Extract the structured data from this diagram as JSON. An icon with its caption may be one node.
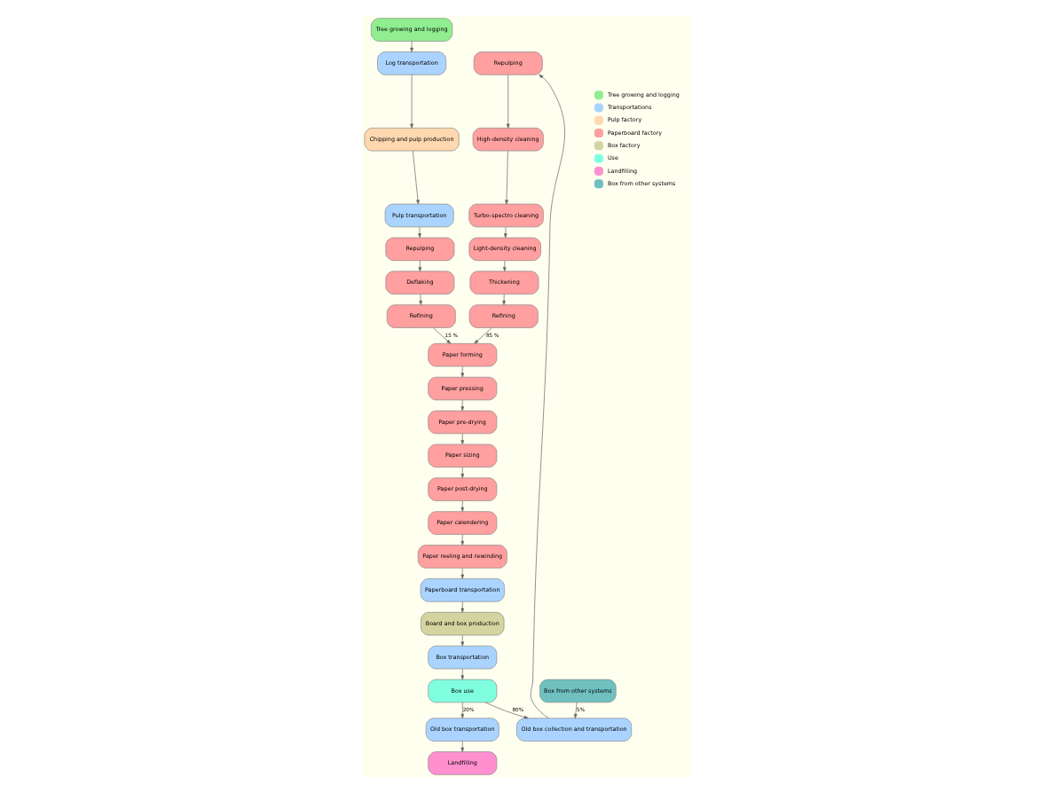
{
  "diagram": {
    "nodes": [
      {
        "text": [
          "Tree growing and logging"
        ]
      },
      {
        "text": [
          "Log transportation"
        ]
      },
      {
        "text": [
          "Chipping and pulp production"
        ]
      },
      {
        "text": [
          "Pulp transportation"
        ]
      },
      {
        "text": [
          "Repulping"
        ]
      },
      {
        "text": [
          "Deflaking"
        ]
      },
      {
        "text": [
          "Refining"
        ]
      },
      {
        "text": [
          "Repulping"
        ]
      },
      {
        "text": [
          "High-density cleaning"
        ]
      },
      {
        "text": [
          "Turbo-spectro cleaning"
        ]
      },
      {
        "text": [
          "Light-density cleaning"
        ]
      },
      {
        "text": [
          "Thickening"
        ]
      },
      {
        "text": [
          "Refining"
        ]
      },
      {
        "text": [
          "Paper forming"
        ]
      },
      {
        "text": [
          "Paper pressing"
        ]
      },
      {
        "text": [
          "Paper pre-drying"
        ]
      },
      {
        "text": [
          "Paper sizing"
        ]
      },
      {
        "text": [
          "Paper post-drying"
        ]
      },
      {
        "text": [
          "Paper calendering"
        ]
      },
      {
        "text": [
          "Paper reeling and rewinding"
        ]
      },
      {
        "text": [
          "Paperboard transportation"
        ]
      },
      {
        "text": [
          "Board and box production"
        ]
      },
      {
        "text": [
          "Box transportation"
        ]
      },
      {
        "text": [
          "Box use"
        ]
      },
      {
        "text": [
          "Old box transportation"
        ]
      },
      {
        "text": [
          "Landfilling"
        ]
      },
      {
        "text": [
          "Old box collection and transportation"
        ]
      },
      {
        "text": [
          "Box from other systems"
        ]
      }
    ],
    "edges": [
      {
        "from": 0,
        "to": 1,
        "arrow": "to"
      },
      {
        "from": 1,
        "to": 2,
        "arrow": "to"
      },
      {
        "from": 2,
        "to": 3,
        "arrow": "to"
      },
      {
        "from": 3,
        "to": 4,
        "arrow": "to"
      },
      {
        "from": 4,
        "to": 5,
        "arrow": "to"
      },
      {
        "from": 5,
        "to": 6,
        "arrow": "to"
      },
      {
        "from": 6,
        "to": 13,
        "arrow": "to",
        "label": "15 %"
      },
      {
        "from": 7,
        "to": 8,
        "arrow": "to"
      },
      {
        "from": 8,
        "to": 9,
        "arrow": "to"
      },
      {
        "from": 9,
        "to": 10,
        "arrow": "to"
      },
      {
        "from": 10,
        "to": 11,
        "arrow": "to"
      },
      {
        "from": 11,
        "to": 12,
        "arrow": "to"
      },
      {
        "from": 12,
        "to": 13,
        "arrow": "to",
        "label": "85 %"
      },
      {
        "from": 13,
        "to": 14,
        "arrow": "to"
      },
      {
        "from": 14,
        "to": 15,
        "arrow": "to"
      },
      {
        "from": 15,
        "to": 16,
        "arrow": "to"
      },
      {
        "from": 16,
        "to": 17,
        "arrow": "to"
      },
      {
        "from": 17,
        "to": 18,
        "arrow": "to"
      },
      {
        "from": 18,
        "to": 19,
        "arrow": "to"
      },
      {
        "from": 19,
        "to": 20,
        "arrow": "to"
      },
      {
        "from": 20,
        "to": 21,
        "arrow": "to"
      },
      {
        "from": 21,
        "to": 22,
        "arrow": "to"
      },
      {
        "from": 22,
        "to": 23,
        "arrow": "to"
      },
      {
        "from": 23,
        "to": 24,
        "arrow": "to",
        "label": "20%"
      },
      {
        "from": 24,
        "to": 25,
        "arrow": "to"
      },
      {
        "from": 23,
        "to": 26,
        "arrow": "to",
        "label": "80%"
      },
      {
        "from": 27,
        "to": 26,
        "arrow": "to",
        "label": "5%"
      },
      {
        "from": 26,
        "to": 7,
        "arrow": "to"
      }
    ],
    "legend": [
      {
        "text": "Tree growing and logging",
        "color": "#90ee90"
      },
      {
        "text": "Transportations",
        "color": "#aad4ff"
      },
      {
        "text": "Pulp factory",
        "color": "#ffd8b0"
      },
      {
        "text": "Paperboard factory",
        "color": "#ff9f9f"
      },
      {
        "text": "Box factory",
        "color": "#d4d4a0"
      },
      {
        "text": "Use",
        "color": "#80ffe0"
      },
      {
        "text": "Landfilling",
        "color": "#ff90d0"
      },
      {
        "text": "Box from other systems",
        "color": "#70c0c0"
      }
    ]
  }
}
